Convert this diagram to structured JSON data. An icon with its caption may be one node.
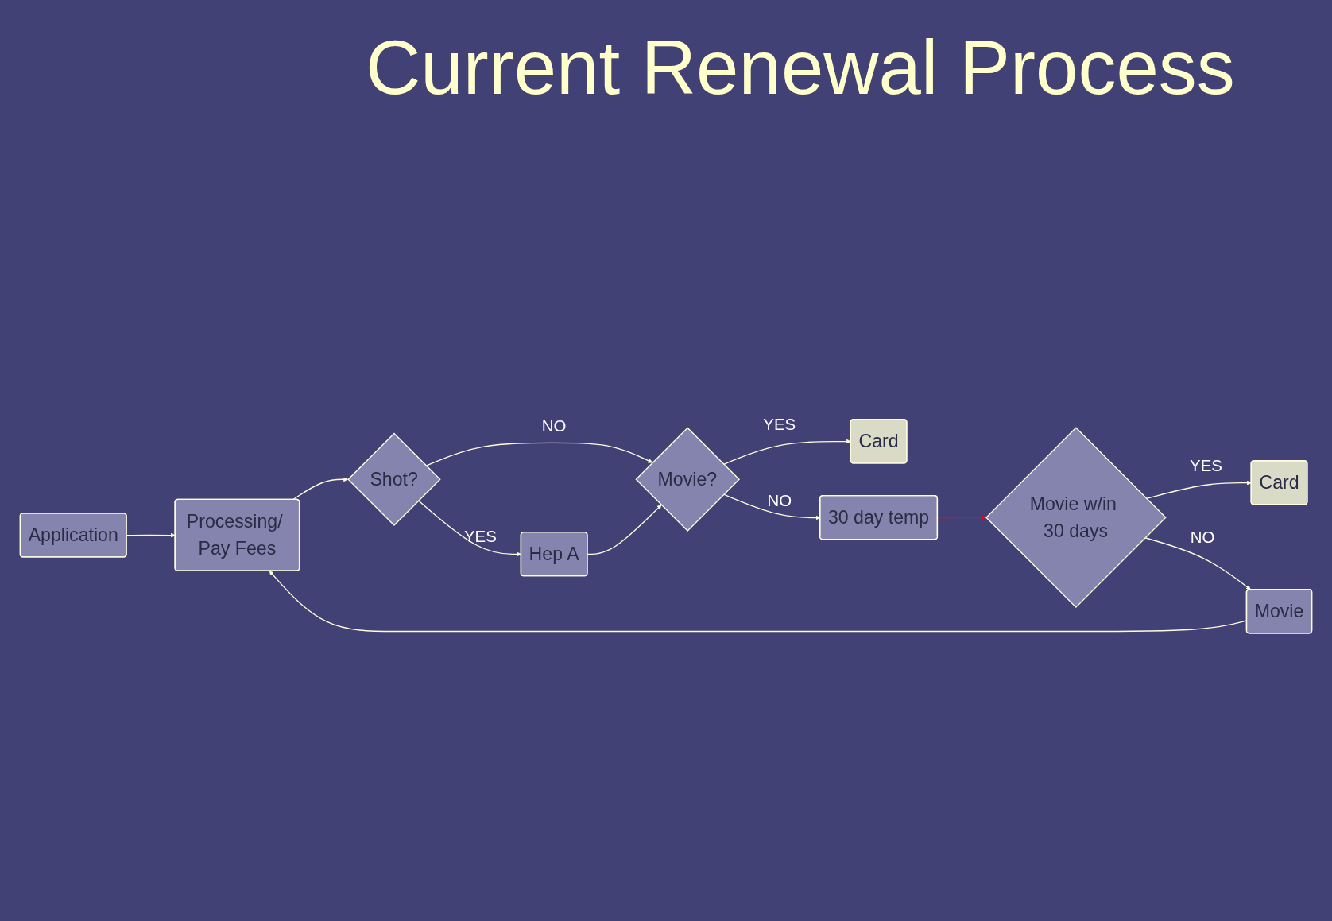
{
  "diagram": {
    "title": "Current Renewal Process",
    "nodes": [
      {
        "text": [
          "Application"
        ]
      },
      {
        "text": [
          "Processing/ Pay Fees"
        ]
      },
      {
        "text": [
          "Movie"
        ]
      },
      {
        "text": [
          "Shot?"
        ]
      },
      {
        "text": [
          "Movie?"
        ]
      },
      {
        "text": [
          "Card"
        ]
      },
      {
        "text": [
          "Hep A"
        ]
      },
      {
        "text": [
          "30 day temp"
        ]
      },
      {
        "text": [
          "Movie w/in 30 days"
        ]
      },
      {
        "text": [
          "Card"
        ]
      }
    ],
    "edges": [
      {
        "from": 0,
        "to": 1,
        "arrow": "to"
      },
      {
        "from": 2,
        "to": 1,
        "arrow": "to"
      },
      {
        "from": 1,
        "to": 3,
        "arrow": "to"
      },
      {
        "from": 3,
        "to": 4,
        "label": "NO",
        "arrow": "to"
      },
      {
        "from": 4,
        "to": 5,
        "label": "YES",
        "arrow": "to"
      },
      {
        "from": 3,
        "to": 6,
        "label": "YES",
        "arrow": "to"
      },
      {
        "from": 6,
        "to": 4,
        "arrow": "to"
      },
      {
        "from": 4,
        "to": 7,
        "label": "NO",
        "arrow": "to"
      },
      {
        "from": 7,
        "to": 8,
        "arrow": "to",
        "color": "#ff0000"
      },
      {
        "from": 8,
        "to": 9,
        "label": "YES",
        "arrow": "to"
      },
      {
        "from": 8,
        "to": 2,
        "label": "NO",
        "arrow": "to"
      }
    ]
  }
}
